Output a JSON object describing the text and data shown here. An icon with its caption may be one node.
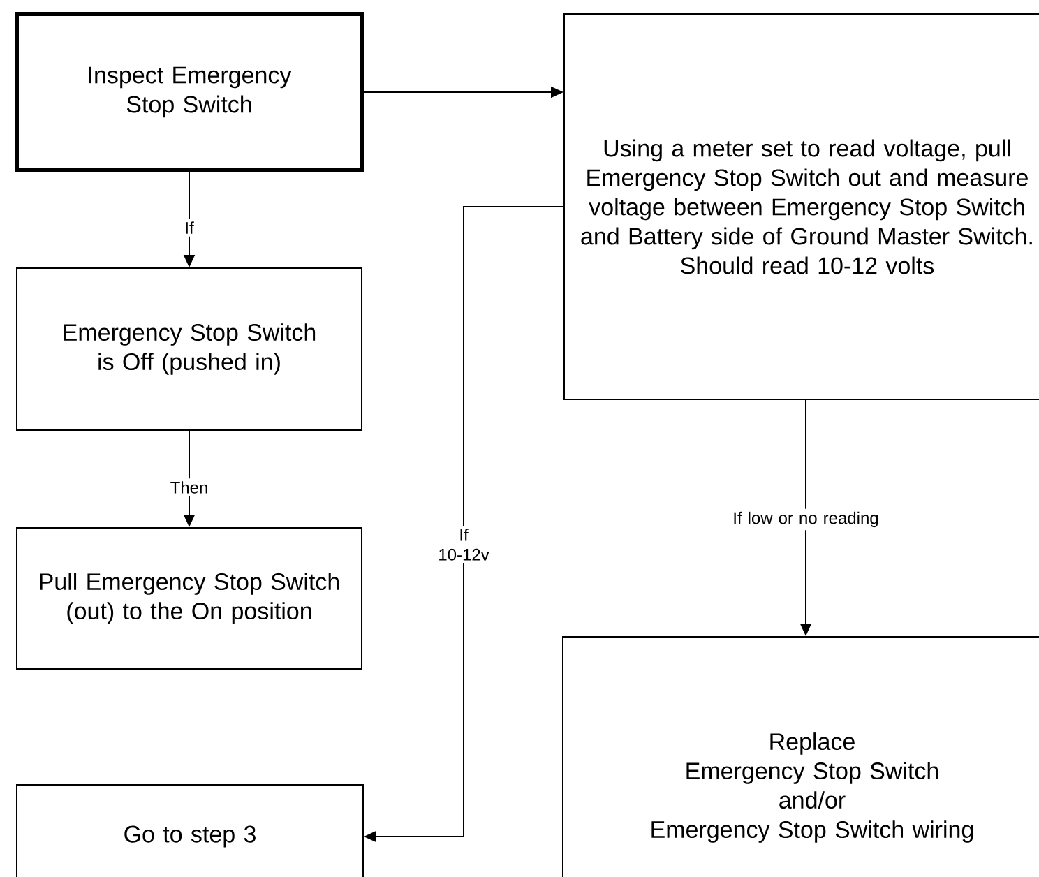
{
  "diagram": {
    "nodes": [
      {
        "text": [
          "Inspect Emergency Stop Switch"
        ]
      },
      {
        "text": [
          "Using a meter set to read voltage, pull Emergency Stop Switch out and measure voltage between Emergency Stop Switch and Battery side of Ground Master Switch.",
          "Should read 10-12 volts"
        ]
      },
      {
        "text": [
          "Emergency Stop Switch is Off (pushed in)"
        ]
      },
      {
        "text": [
          "Pull Emergency Stop Switch (out) to the On position"
        ]
      },
      {
        "text": [
          "Go to step 3"
        ]
      },
      {
        "text": [
          "Replace",
          "Emergency Stop Switch",
          "and/or",
          "Emergency Stop Switch wiring"
        ]
      }
    ],
    "edges": [
      {
        "from": 0,
        "to": 1,
        "arrow": "to"
      },
      {
        "from": 0,
        "to": 2,
        "arrow": "to",
        "label": "If"
      },
      {
        "from": 2,
        "to": 3,
        "arrow": "to",
        "label": "Then"
      },
      {
        "from": 1,
        "to": 4,
        "arrow": "to",
        "label": "If 10-12v"
      },
      {
        "from": 1,
        "to": 5,
        "arrow": "to",
        "label": "If low or no reading"
      }
    ]
  }
}
